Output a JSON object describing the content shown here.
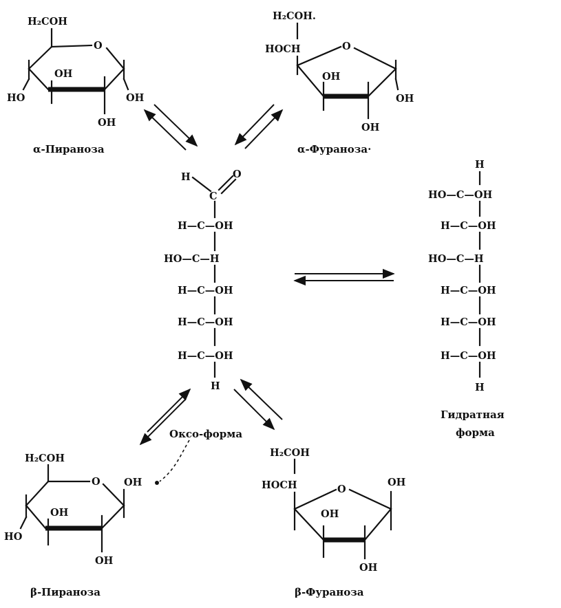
{
  "groups": {
    "h2coh": "H₂COH",
    "h2coh_dot": "H₂COH.",
    "hoch": "HOCH",
    "o": "O",
    "oh": "OH",
    "ho": "HO",
    "h": "H",
    "c": "C",
    "hydrogen_c_oh": "H—C—OH",
    "ho_c_h": "HO—C—H",
    "ho_c_oh": "HO—C—OH"
  },
  "captions": {
    "alpha_pyranose": "α-Пираноза",
    "alpha_furanose": "α-Фураноза·",
    "oxo_form": "Оксо-форма",
    "hydrate_line1": "Гидратная",
    "hydrate_line2": "форма",
    "beta_pyranose": "β-Пираноза",
    "beta_furanose": "β-Фураноза"
  }
}
